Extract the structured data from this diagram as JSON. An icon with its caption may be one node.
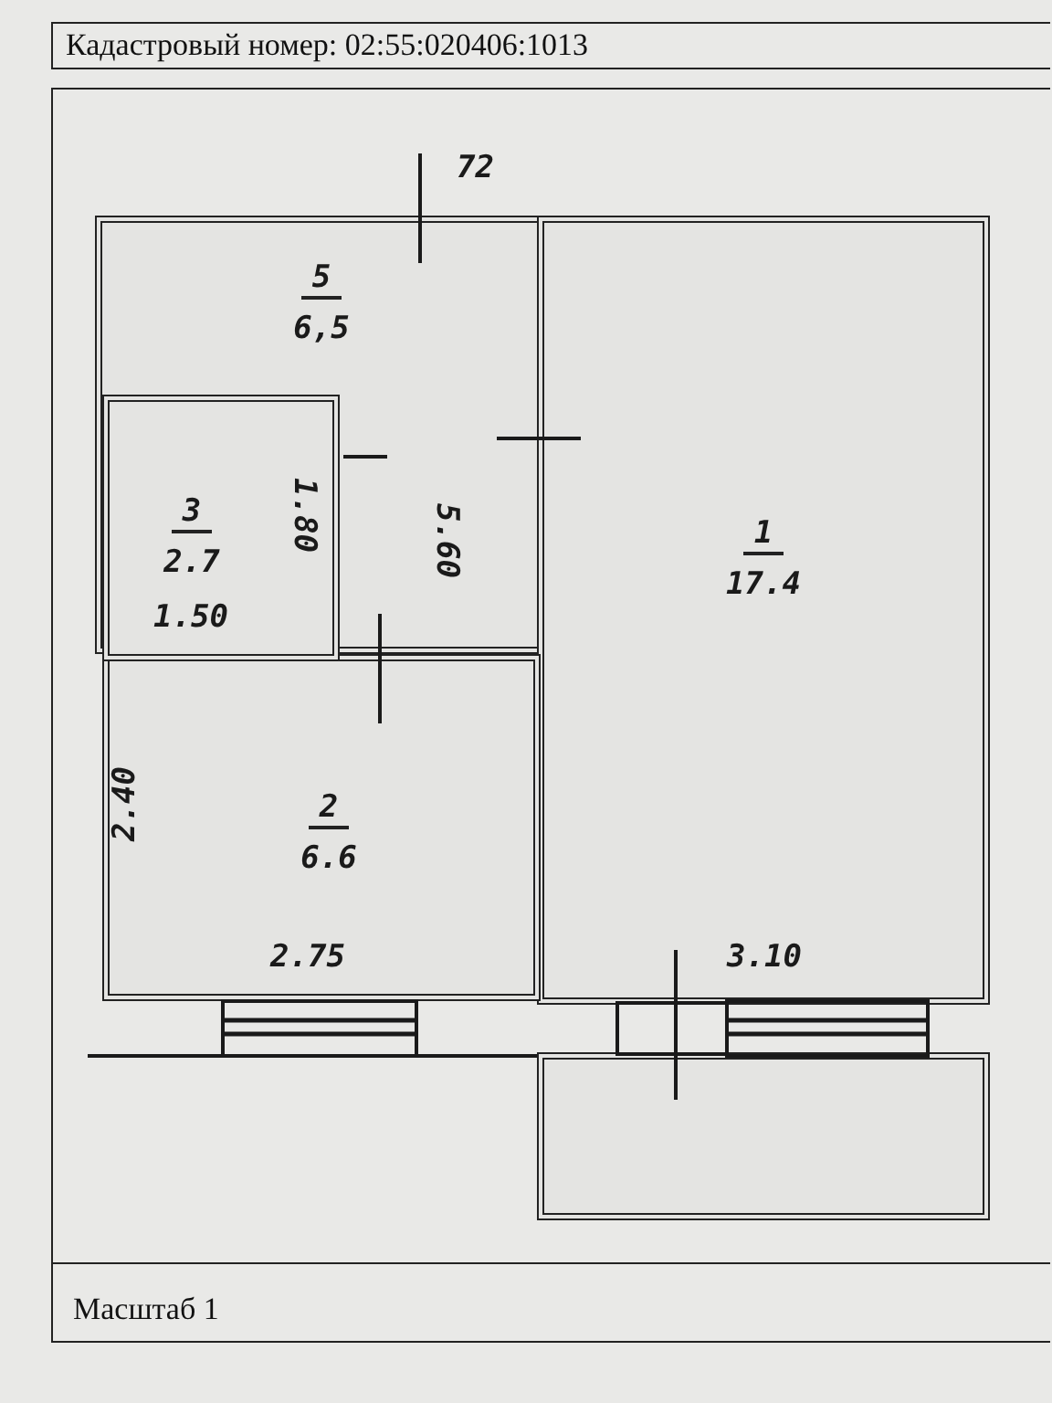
{
  "diagram": {
    "title": "Кадастровый номер: 02:55:020406:1013",
    "caption": "Масштаб 1",
    "nodes": [
      {
        "text": [
          "5",
          "6,5"
        ]
      },
      {
        "text": [
          "3",
          "2.7"
        ],
        "in": 0
      },
      {
        "text": [
          "1",
          "17.4"
        ]
      },
      {
        "text": [
          "2",
          "6.6"
        ]
      },
      {
        "text": [],
        "shape": "box"
      }
    ],
    "labels": [
      "72",
      "1.80",
      "1.50",
      "5.60",
      "2.40",
      "2.75",
      "3.10"
    ]
  }
}
